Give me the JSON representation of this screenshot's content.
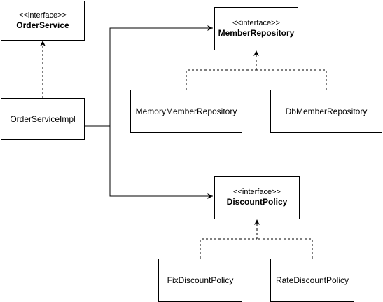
{
  "nodes": {
    "order_service": {
      "stereotype": "<<interface>>",
      "name": "OrderService"
    },
    "member_repository": {
      "stereotype": "<<interface>>",
      "name": "MemberRepository"
    },
    "order_service_impl": {
      "name": "OrderServiceImpl"
    },
    "memory_member_repository": {
      "name": "MemoryMemberRepository"
    },
    "db_member_repository": {
      "name": "DbMemberRepository"
    },
    "discount_policy": {
      "stereotype": "<<interface>>",
      "name": "DiscountPolicy"
    },
    "fix_discount_policy": {
      "name": "FixDiscountPolicy"
    },
    "rate_discount_policy": {
      "name": "RateDiscountPolicy"
    }
  },
  "edges": [
    {
      "from": "OrderServiceImpl",
      "to": "OrderService",
      "kind": "implementation",
      "style": "dashed"
    },
    {
      "from": "OrderServiceImpl",
      "to": "MemberRepository",
      "kind": "dependency",
      "style": "solid"
    },
    {
      "from": "OrderServiceImpl",
      "to": "DiscountPolicy",
      "kind": "dependency",
      "style": "solid"
    },
    {
      "from": "MemoryMemberRepository",
      "to": "MemberRepository",
      "kind": "implementation",
      "style": "dashed"
    },
    {
      "from": "DbMemberRepository",
      "to": "MemberRepository",
      "kind": "implementation",
      "style": "dashed"
    },
    {
      "from": "FixDiscountPolicy",
      "to": "DiscountPolicy",
      "kind": "implementation",
      "style": "dashed"
    },
    {
      "from": "RateDiscountPolicy",
      "to": "DiscountPolicy",
      "kind": "implementation",
      "style": "dashed"
    }
  ],
  "colors": {
    "stroke": "#000000",
    "fill": "#ffffff"
  }
}
